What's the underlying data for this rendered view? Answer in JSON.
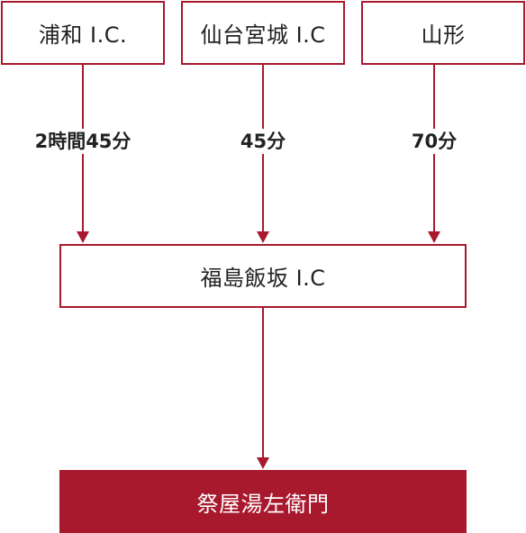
{
  "nodes": {
    "urawa": "浦和 I.C.",
    "sendai": "仙台宮城 I.C",
    "yamagata": "山形",
    "fukushima": "福島飯坂 I.C",
    "destination": "祭屋湯左衛門"
  },
  "times": {
    "urawa": "2時間45分",
    "sendai": "45分",
    "yamagata": "70分"
  },
  "colors": {
    "accent": "#a8192e",
    "text": "#222222",
    "background": "#ffffff"
  }
}
